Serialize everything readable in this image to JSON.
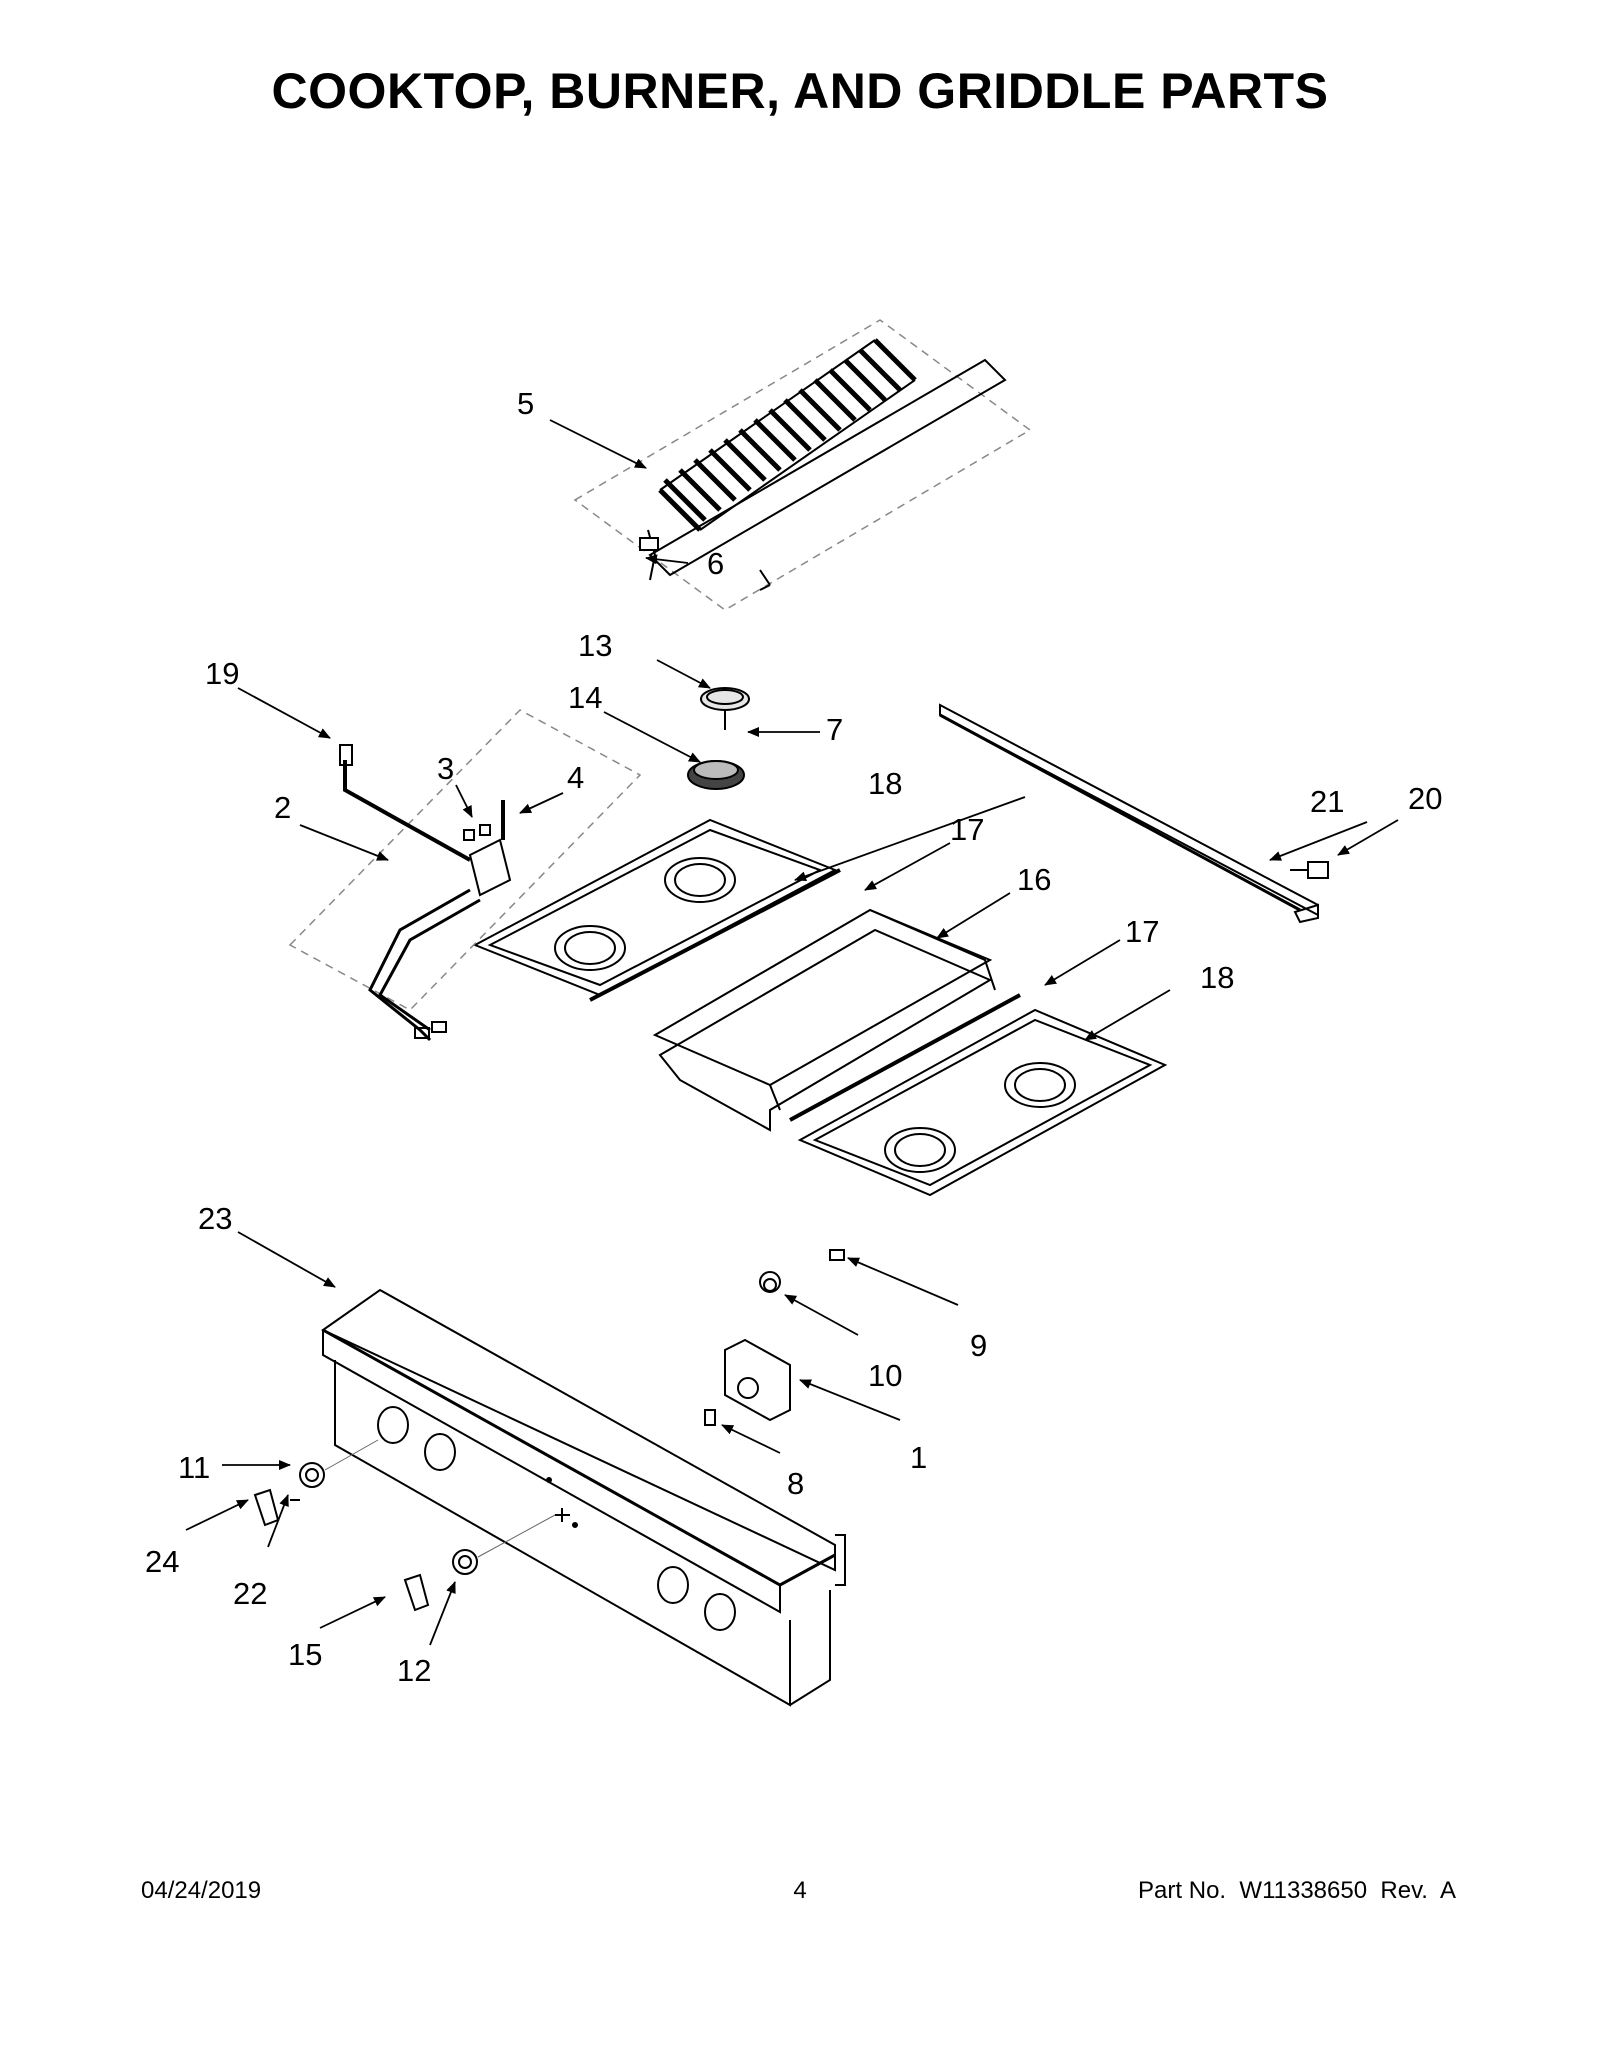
{
  "title": "COOKTOP, BURNER, AND GRIDDLE PARTS",
  "callouts": [
    "1",
    "2",
    "3",
    "4",
    "5",
    "6",
    "7",
    "8",
    "9",
    "10",
    "11",
    "12",
    "13",
    "14",
    "15",
    "16",
    "17",
    "18",
    "19",
    "20",
    "21",
    "22",
    "23",
    "24"
  ],
  "footer": {
    "date": "04/24/2019",
    "page": "4",
    "part_number": "Part No.  W11338650  Rev.  A"
  }
}
